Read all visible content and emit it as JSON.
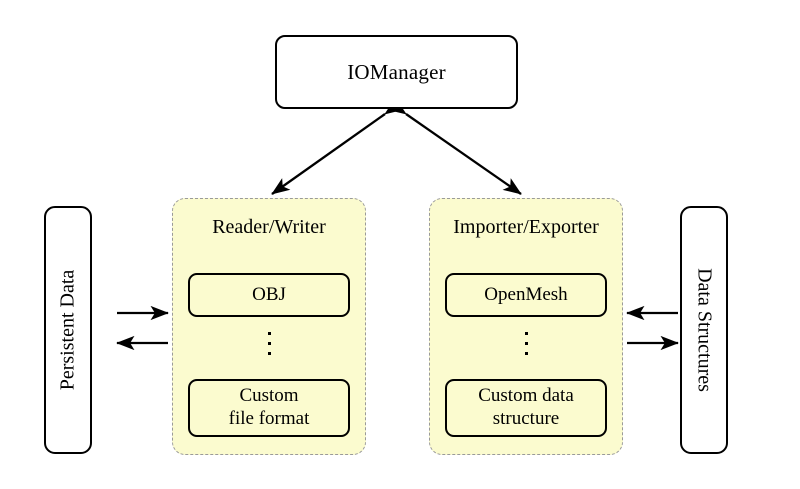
{
  "diagram": {
    "title_node": {
      "label": "IOManager"
    },
    "left_node": {
      "label": "Persistent Data"
    },
    "right_node": {
      "label": "Data Structures"
    },
    "panels": [
      {
        "id": "reader-writer",
        "title": "Reader/Writer",
        "top_item": "OBJ",
        "ellipsis": "vertical-dots",
        "bottom_item_line1": "Custom",
        "bottom_item_line2": "file format"
      },
      {
        "id": "importer-exporter",
        "title": "Importer/Exporter",
        "top_item": "OpenMesh",
        "ellipsis": "vertical-dots",
        "bottom_item_line1": "Custom data",
        "bottom_item_line2": "structure"
      }
    ],
    "connections": [
      {
        "name": "iomanager-to-readerwriter",
        "style": "double-headed-arrow",
        "from": "IOManager",
        "to": "Reader/Writer"
      },
      {
        "name": "iomanager-to-importerexporter",
        "style": "double-headed-arrow",
        "from": "IOManager",
        "to": "Importer/Exporter"
      },
      {
        "name": "persistentdata-to-readerwriter",
        "style": "single-arrow-right",
        "from": "Persistent Data",
        "to": "Reader/Writer"
      },
      {
        "name": "readerwriter-to-persistentdata",
        "style": "single-arrow-left",
        "from": "Reader/Writer",
        "to": "Persistent Data"
      },
      {
        "name": "datastructures-to-importerexporter",
        "style": "single-arrow-left",
        "from": "Data Structures",
        "to": "Importer/Exporter"
      },
      {
        "name": "importerexporter-to-datastructures",
        "style": "single-arrow-right",
        "from": "Importer/Exporter",
        "to": "Data Structures"
      }
    ],
    "colors": {
      "panel_fill": "#fbfbcf",
      "panel_border": "#9a9a9a",
      "node_border": "#000000",
      "background": "#ffffff",
      "text": "#000000"
    }
  }
}
